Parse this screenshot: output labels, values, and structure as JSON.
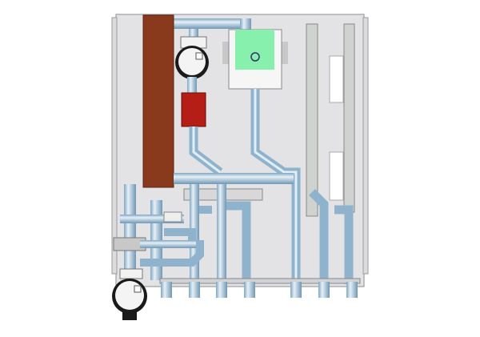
{
  "colors": {
    "background": "#ffffff",
    "panel": "#e3e3e6",
    "panel_edge": "#8c8c92",
    "heat_exchanger": "#8a3a1c",
    "valve_red": "#b51d17",
    "controller_green": "#86f0ac",
    "controller_body": "#f6f6f6",
    "pipe": "#c9dbe6",
    "pipe_shade": "#7fa7c4",
    "rail": "#cfd3cf",
    "pump_black": "#1a1a1a"
  },
  "bottom_connections": [
    "c1",
    "c2",
    "c3",
    "c4",
    "c5",
    "c6",
    "c7"
  ]
}
